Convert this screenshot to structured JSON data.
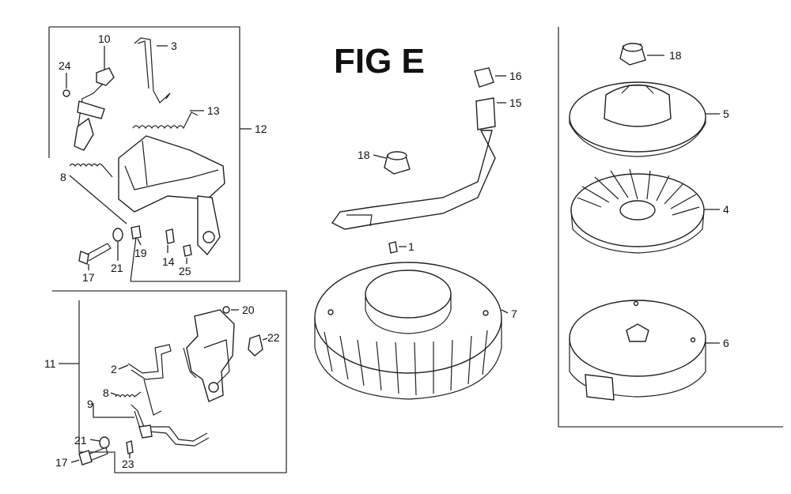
{
  "figure": {
    "title": "FIG E"
  },
  "labels": {
    "p1": "1",
    "p2": "2",
    "p3": "3",
    "p4": "4",
    "p5": "5",
    "p6": "6",
    "p7": "7",
    "p8a": "8",
    "p8b": "8",
    "p9": "9",
    "p10": "10",
    "p11": "11",
    "p12": "12",
    "p13": "13",
    "p14": "14",
    "p15": "15",
    "p16": "16",
    "p17a": "17",
    "p17b": "17",
    "p18a": "18",
    "p18b": "18",
    "p19": "19",
    "p20": "20",
    "p21a": "21",
    "p21b": "21",
    "p22": "22",
    "p23": "23",
    "p24": "24",
    "p25": "25"
  }
}
